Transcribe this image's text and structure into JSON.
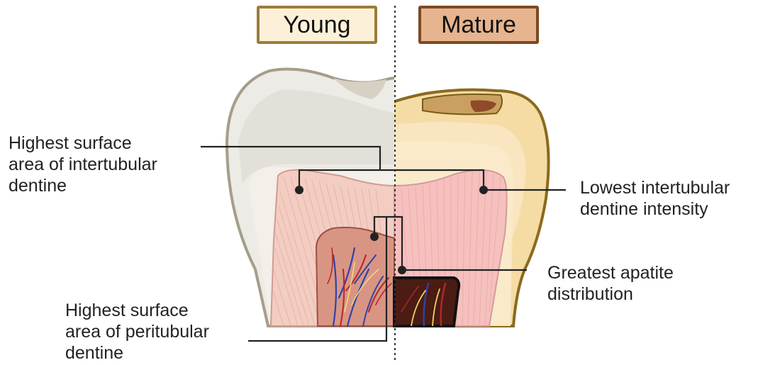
{
  "headers": {
    "young": "Young",
    "mature": "Mature"
  },
  "labels": {
    "intertubular_surface": [
      "Highest surface",
      "area of intertubular",
      "dentine"
    ],
    "intertubular_intensity": [
      "Lowest intertubular",
      "dentine intensity"
    ],
    "apatite": [
      "Greatest apatite",
      "distribution"
    ],
    "peritubular_surface": [
      "Highest surface",
      "area of peritubular",
      "dentine"
    ]
  },
  "colors": {
    "young_badge_fill": "#fcf1d8",
    "young_badge_border": "#9c7c3a",
    "mature_badge_fill": "#e6b48f",
    "mature_badge_border": "#7a4a22",
    "enamel_young": "#ece9e1",
    "enamel_mature": "#f7dfa8",
    "dentine_pink": "#f4c6c0",
    "pulp_young": "#d99580",
    "pulp_mature": "#4a1b12"
  }
}
